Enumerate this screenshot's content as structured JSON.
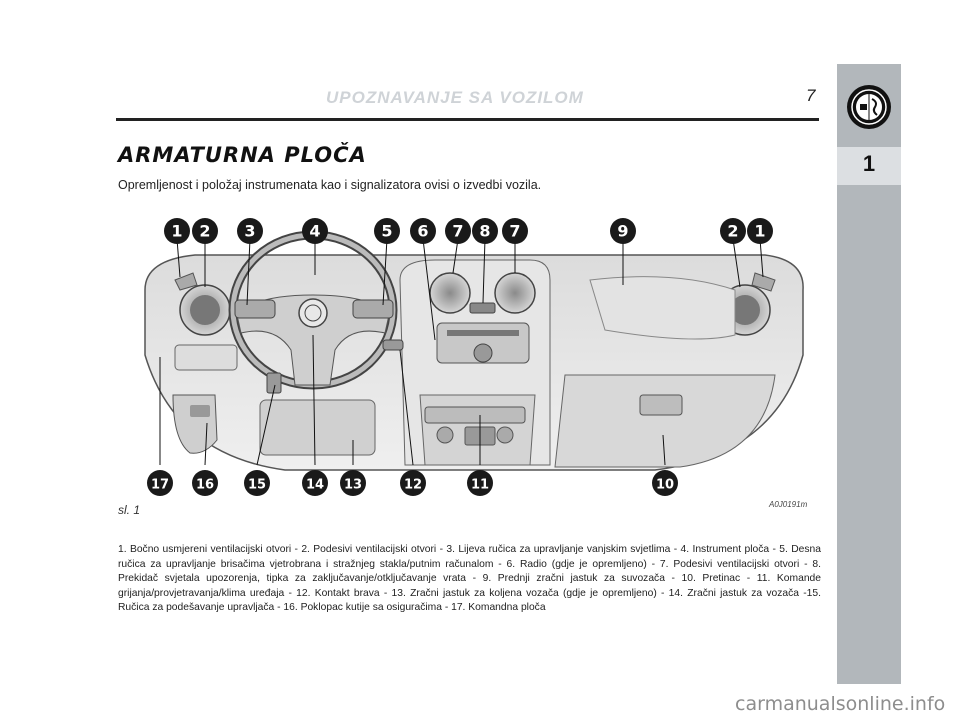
{
  "header": {
    "title": "UPOZNAVANJE SA VOZILOM",
    "page_number": "7"
  },
  "sidebar": {
    "chapter": "1",
    "logo_icon": "alfa-romeo-logo"
  },
  "section": {
    "title": "ARMATURNA PLOČA",
    "intro": "Opremljenost i položaj instrumenata kao i signalizatora ovisi o izvedbi vozila."
  },
  "figure": {
    "label": "sl. 1",
    "code": "A0J0191m",
    "top_callouts": [
      "1",
      "2",
      "3",
      "4",
      "5",
      "6",
      "7",
      "8",
      "7",
      "9",
      "2",
      "1"
    ],
    "bottom_callouts": [
      "17",
      "16",
      "15",
      "14",
      "13",
      "12",
      "11",
      "10"
    ]
  },
  "caption": "1. Bočno usmjereni ventilacijski otvori - 2. Podesivi ventilacijski otvori - 3. Lijeva ručica za upravljanje vanjskim svjetlima - 4. Instrument ploča - 5. Desna ručica za upravljanje brisačima vjetrobrana i stražnjeg stakla/putnim računalom - 6. Radio (gdje je opremljeno) - 7. Podesivi ventilacijski otvori - 8. Prekidač svjetala upozorenja, tipka za zaključavanje/otključavanje vrata - 9. Prednji zračni jastuk za suvozača - 10. Pretinac - 11. Komande grijanja/provjetravanja/klima uređaja - 12. Kontakt brava - 13. Zračni jastuk za koljena vozača (gdje je opremljeno) - 14. Zračni jastuk za vozača -15. Ručica za podešavanje upravljača - 16. Poklopac kutije sa osiguračima - 17. Komandna ploča",
  "watermark": "carmanualsonline.info",
  "colors": {
    "sidebar": "#b2b7bb",
    "chapter_box": "#dcdfe2",
    "header_title": "#cfd3d7",
    "callout": "#1a1a1a"
  }
}
